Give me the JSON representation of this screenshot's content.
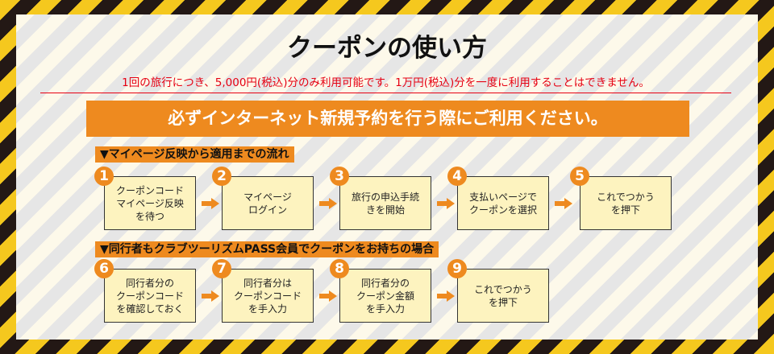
{
  "title": "クーポンの使い方",
  "note": "1回の旅行につき、5,000円(税込)分のみ利用可能です。1万円(税込)分を一度に利用することはできません。",
  "banner": "必ずインターネット新規予約を行う際にご利用ください。",
  "colors": {
    "accent": "#ee8a1f",
    "warning": "#e60012",
    "box": "#fdf3bf"
  },
  "section1": {
    "heading": "▼マイページ反映から適用までの流れ",
    "steps": [
      {
        "num": "1",
        "text": "クーポンコード\nマイページ反映\nを待つ"
      },
      {
        "num": "2",
        "text": "マイページ\nログイン"
      },
      {
        "num": "3",
        "text": "旅行の申込手続\nきを開始"
      },
      {
        "num": "4",
        "text": "支払いページで\nクーポンを選択"
      },
      {
        "num": "5",
        "text": "これでつかう\nを押下"
      }
    ]
  },
  "section2": {
    "heading": "▼同行者もクラブツーリズムPASS会員でクーポンをお持ちの場合",
    "steps": [
      {
        "num": "6",
        "text": "同行者分の\nクーポンコード\nを確認しておく"
      },
      {
        "num": "7",
        "text": "同行者分は\nクーポンコード\nを手入力"
      },
      {
        "num": "8",
        "text": "同行者分の\nクーポン金額\nを手入力"
      },
      {
        "num": "9",
        "text": "これでつかう\nを押下"
      }
    ]
  }
}
